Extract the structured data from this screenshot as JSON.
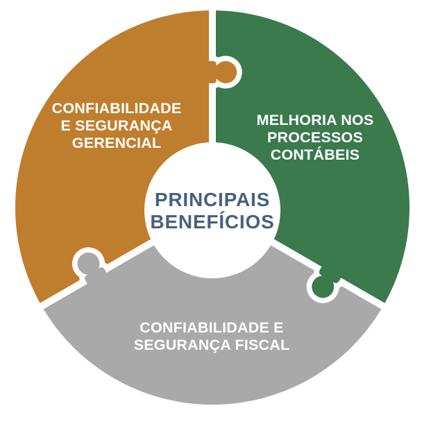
{
  "diagram": {
    "background_color": "#FFFFFF",
    "center_label": {
      "line1": "PRINCIPAIS",
      "line2": "BENEFÍCIOS",
      "text_color": "#47617F",
      "circle_color": "#FFFFFF"
    },
    "segments": [
      {
        "name": "confiabilidade-seguranca-gerencial",
        "position": "top-left",
        "color": "#BF7E2E",
        "text_color": "#FFFFFF",
        "lines": [
          "CONFIABILIDADE",
          "E SEGURANÇA",
          "GERENCIAL"
        ]
      },
      {
        "name": "melhoria-processos-contabeis",
        "position": "right",
        "color": "#3A7A4D",
        "text_color": "#FFFFFF",
        "lines": [
          "MELHORIA NOS",
          "PROCESSOS",
          "CONTÁBEIS"
        ]
      },
      {
        "name": "confiabilidade-seguranca-fiscal",
        "position": "bottom",
        "color": "#A9A9A9",
        "text_color": "#FFFFFF",
        "lines": [
          "CONFIABILIDADE E",
          "SEGURANÇA FISCAL"
        ]
      }
    ]
  }
}
